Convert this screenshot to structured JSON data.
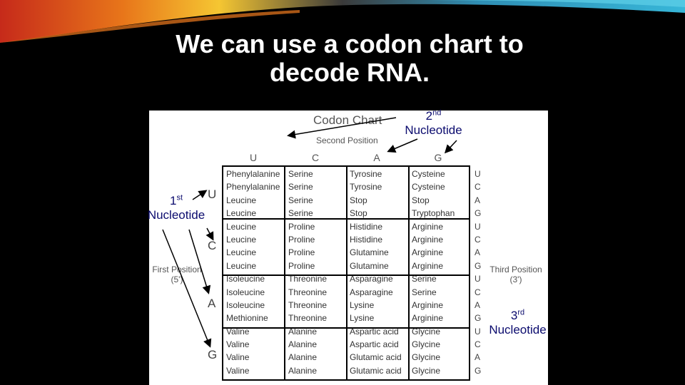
{
  "title_line1": "We can use a codon chart to",
  "title_line2": "decode RNA.",
  "chart": {
    "heading": "Codon Chart",
    "second_position_label": "Second Position",
    "first_position_label": "First Position",
    "first_position_end": "(5')",
    "third_position_label": "Third Position",
    "third_position_end": "(3')",
    "second_letters": [
      "U",
      "C",
      "A",
      "G"
    ],
    "first_letters": [
      "U",
      "C",
      "A",
      "G"
    ],
    "third_letters": [
      "U",
      "C",
      "A",
      "G",
      "U",
      "C",
      "A",
      "G",
      "U",
      "C",
      "A",
      "G",
      "U",
      "C",
      "A",
      "G"
    ],
    "columns": [
      [
        "Phenylalanine",
        "Phenylalanine",
        "Leucine",
        "Leucine",
        "Leucine",
        "Leucine",
        "Leucine",
        "Leucine",
        "Isoleucine",
        "Isoleucine",
        "Isoleucine",
        "Methionine",
        "Valine",
        "Valine",
        "Valine",
        "Valine"
      ],
      [
        "Serine",
        "Serine",
        "Serine",
        "Serine",
        "Proline",
        "Proline",
        "Proline",
        "Proline",
        "Threonine",
        "Threonine",
        "Threonine",
        "Threonine",
        "Alanine",
        "Alanine",
        "Alanine",
        "Alanine"
      ],
      [
        "Tyrosine",
        "Tyrosine",
        "Stop",
        "Stop",
        "Histidine",
        "Histidine",
        "Glutamine",
        "Glutamine",
        "Asparagine",
        "Asparagine",
        "Lysine",
        "Lysine",
        "Aspartic acid",
        "Aspartic acid",
        "Glutamic acid",
        "Glutamic acid"
      ],
      [
        "Cysteine",
        "Cysteine",
        "Stop",
        "Tryptophan",
        "Arginine",
        "Arginine",
        "Arginine",
        "Arginine",
        "Serine",
        "Serine",
        "Arginine",
        "Arginine",
        "Glycine",
        "Glycine",
        "Glycine",
        "Glycine"
      ]
    ]
  },
  "callouts": {
    "second_ord": "2",
    "second_sup": "nd",
    "second_word": "Nucleotide",
    "first_ord": "1",
    "first_sup": "st",
    "first_word": "Nucleotide",
    "third_ord": "3",
    "third_sup": "rd",
    "third_word": "Nucleotide"
  },
  "colors": {
    "background": "#000000",
    "title": "#ffffff",
    "callout": "#0b0b6e"
  }
}
